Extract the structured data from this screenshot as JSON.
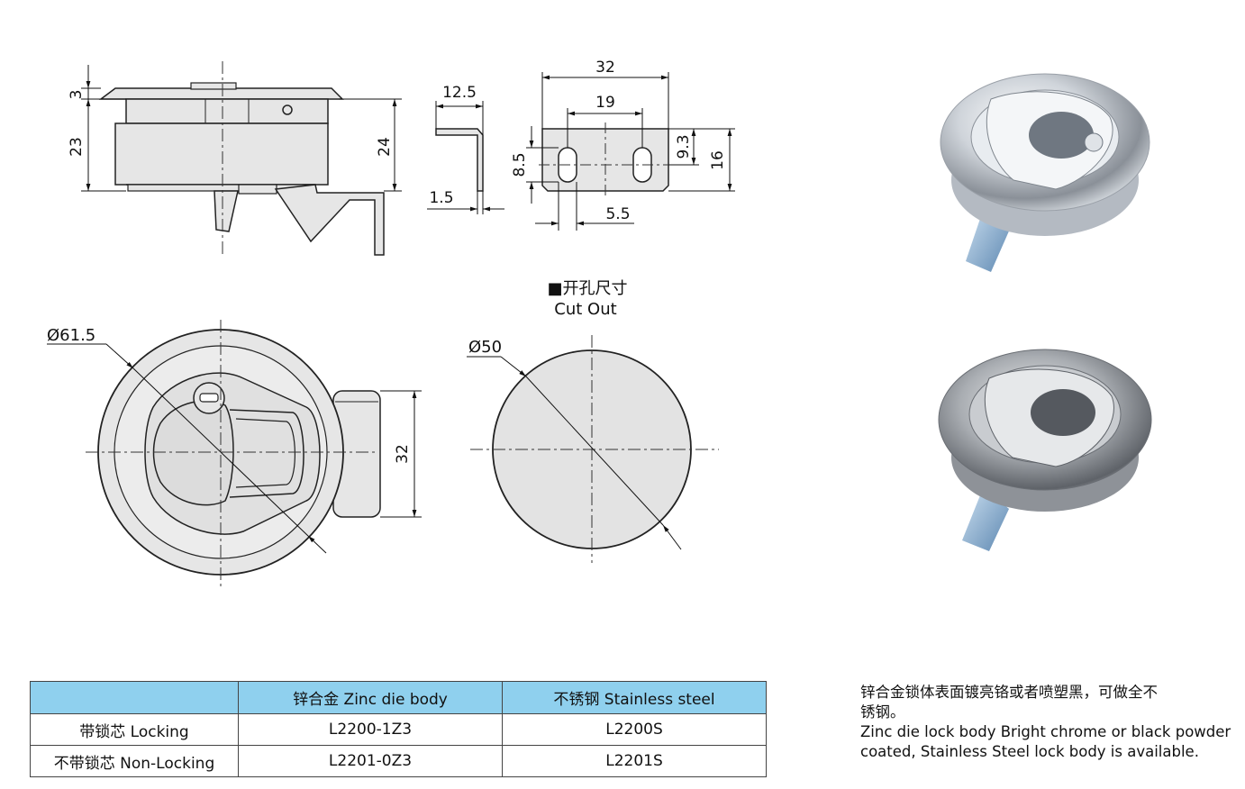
{
  "dimensions": {
    "side_view": {
      "top": "3",
      "body": "23",
      "total": "24"
    },
    "bracket": {
      "width": "12.5",
      "thickness": "1.5"
    },
    "plate": {
      "width": "32",
      "hole_spacing": "19",
      "hole_height": "8.5",
      "offset": "9.3",
      "height": "16",
      "slot": "5.5"
    },
    "front_view": {
      "diameter": "Ø61.5",
      "width": "32"
    },
    "cutout": {
      "diameter": "Ø50"
    }
  },
  "cutout_title": {
    "zh": "■开孔尺寸",
    "en": "Cut Out"
  },
  "table": {
    "headers": [
      "",
      "锌合金 Zinc die body",
      "不锈钢 Stainless steel"
    ],
    "rows": [
      [
        "带锁芯 Locking",
        "L2200-1Z3",
        "L2200S"
      ],
      [
        "不带锁芯 Non-Locking",
        "L2201-0Z3",
        "L2201S"
      ]
    ]
  },
  "description": {
    "zh_line1": "锌合金锁体表面镀亮铬或者喷塑黑，可做全不",
    "zh_line2": "锈钢。",
    "en": "Zinc die lock body Bright chrome or black powder coated, Stainless Steel lock body is available."
  },
  "colors": {
    "table_header": "#8fd0ee",
    "part_fill": "#e6e6e6",
    "cutout_fill": "#e3e3e3"
  }
}
